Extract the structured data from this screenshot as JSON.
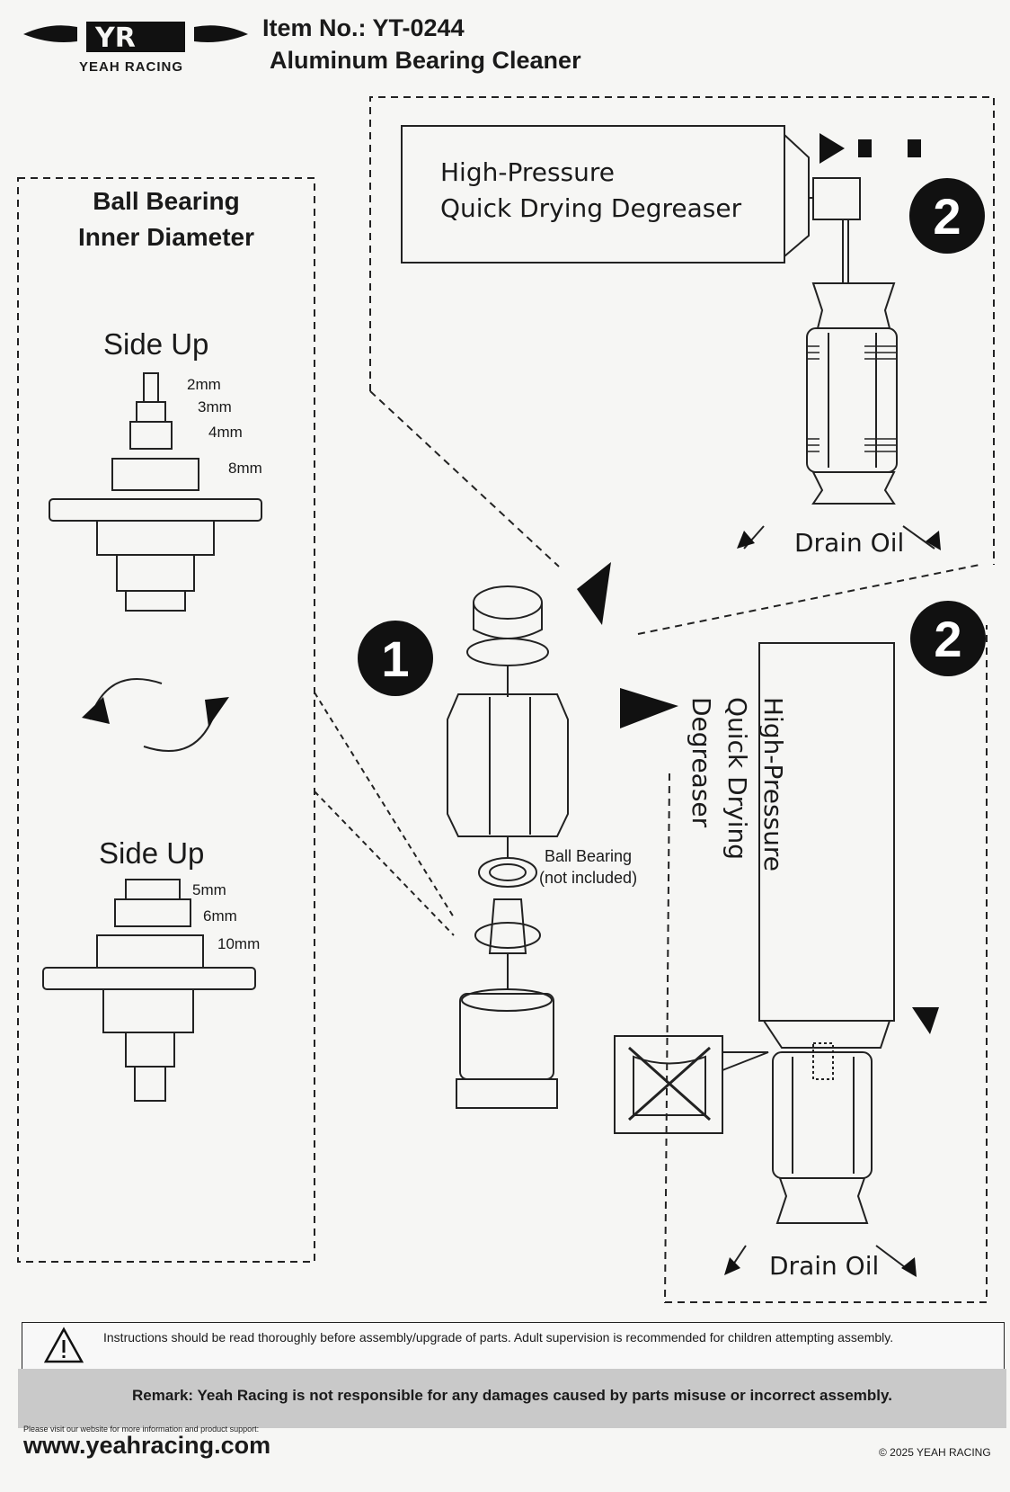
{
  "header": {
    "brand": "YEAH RACING",
    "item_no": "Item No.: YT-0244",
    "item_name": "Aluminum Bearing Cleaner"
  },
  "left_panel": {
    "title_line1": "Ball Bearing",
    "title_line2": "Inner Diameter",
    "side_up_1": "Side Up",
    "sizes_1": [
      "2mm",
      "3mm",
      "4mm",
      "8mm"
    ],
    "side_up_2": "Side Up",
    "sizes_2": [
      "5mm",
      "6mm",
      "10mm"
    ]
  },
  "steps": {
    "step1": "1",
    "step2_top": "2",
    "step2_bottom": "2"
  },
  "degreaser": {
    "line1": "High-Pressure",
    "line2": "Quick Drying Degreaser"
  },
  "drain": {
    "top": "Drain Oil",
    "bottom": "Drain Oil"
  },
  "ball_bearing": {
    "line1": "Ball Bearing",
    "line2": "(not included)"
  },
  "footer": {
    "warning": "Instructions should be read thoroughly before assembly/upgrade of parts. Adult supervision is recommended for children attempting assembly.",
    "remark": "Remark: Yeah Racing is not responsible for any damages caused by parts misuse or incorrect assembly.",
    "visit": "Please visit our website for more information and product support:",
    "website": "www.yeahracing.com",
    "copyright": "© 2025 YEAH RACING"
  },
  "colors": {
    "ink": "#1a1a1a",
    "paper": "#f6f6f4",
    "remark_band": "#c9c9c9",
    "step_circle": "#111111"
  },
  "icons": [
    "yr-logo-icon",
    "rotate-arrows-icon",
    "warning-triangle-icon",
    "spray-arrow-icon",
    "prohibited-icon"
  ]
}
